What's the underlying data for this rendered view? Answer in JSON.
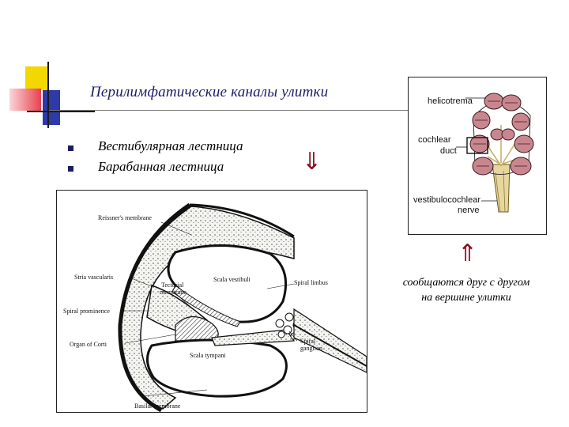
{
  "slide": {
    "title": "Перилимфатические каналы улитки",
    "bullets": [
      {
        "text": "Вестибулярная лестница"
      },
      {
        "text": "Барабанная лестница"
      }
    ],
    "arrow_down": "⇓",
    "arrow_up": "⇑",
    "note_line1": "сообщаются друг с другом",
    "note_line2": "на вершине улитки"
  },
  "figure_cochlea": {
    "helicotrema": "helicotrema",
    "cochlear": "cochlear",
    "duct": "duct",
    "nerve_line1": "vestibulocochlear",
    "nerve_line2": "nerve"
  },
  "figure_cross_section": {
    "reissners": "Reissner's membrane",
    "stria": "Stria vascularis",
    "tectorial1": "Tectorial",
    "tectorial2": "membrane",
    "scala_vestibuli": "Scala vestibuli",
    "spiral_limbus": "Spiral limbus",
    "spiral_prominence": "Spiral prominence",
    "organ_corti": "Organ of Corti",
    "spiral_ganglion1": "Spiral",
    "spiral_ganglion2": "ganglion",
    "scala_tympani": "Scala tympani",
    "basilar": "Basilar membrane"
  },
  "colors": {
    "title": "#1c1c66",
    "accent_yellow": "#f2d700",
    "accent_red": "#e8414f",
    "accent_blue": "#2e3aa8",
    "arrow": "#8a0f24"
  }
}
